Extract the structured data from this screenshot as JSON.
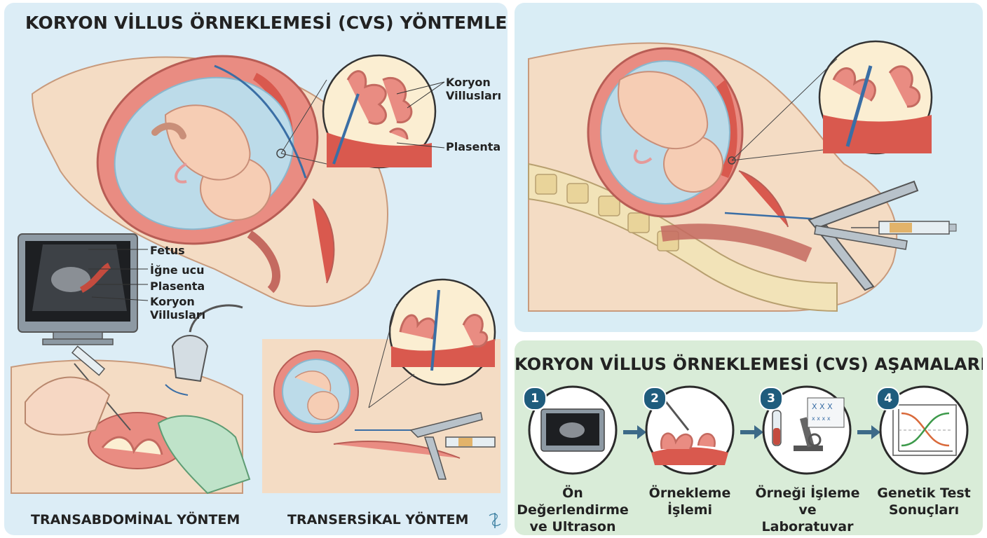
{
  "left": {
    "title": "KORYON VİLLUS ÖRNEKLEMESİ (CVS) YÖNTEMLERİ",
    "inset_labels": {
      "koryon_line1": "Koryon",
      "koryon_line2": "Villusları",
      "plasenta": "Plasenta"
    },
    "ultrasound_labels": {
      "fetus": "Fetus",
      "igne_ucu": "İğne ucu",
      "plasenta": "Plasenta",
      "koryon_line1": "Koryon",
      "koryon_line2": "Villusları"
    },
    "method_transabdominal": "TRANSABDOMİNAL YÖNTEM",
    "method_transcervical": "TRANSERSİKAL YÖNTEM"
  },
  "stages": {
    "title": "KORYON VİLLUS ÖRNEKLEMESİ (CVS) AŞAMALARI",
    "steps": [
      {
        "number": "1",
        "line1": "Ön Değerlendirme",
        "line2": "ve Ultrason"
      },
      {
        "number": "2",
        "line1": "Örnekleme",
        "line2": "İşlemi"
      },
      {
        "number": "3",
        "line1": "Örneği İşleme ve",
        "line2": "Laboratuvar Analizi"
      },
      {
        "number": "4",
        "line1": "Genetik Test",
        "line2": "Sonuçları"
      }
    ]
  },
  "colors": {
    "uterus": "#e98c82",
    "placenta": "#d9594e",
    "amnion": "#bcdbe9",
    "fetus": "#f6cdb4",
    "skin": "#f4dcc4",
    "glove": "#bfe3c9",
    "accent": "#1f5c7d"
  },
  "icons": [
    "ultrasound-monitor-icon",
    "ultrasound-probe-icon",
    "syringe-icon",
    "speculum-icon",
    "microscope-icon",
    "test-tube-icon",
    "karyotype-icon",
    "result-chart-icon",
    "caduceus-logo-icon"
  ]
}
